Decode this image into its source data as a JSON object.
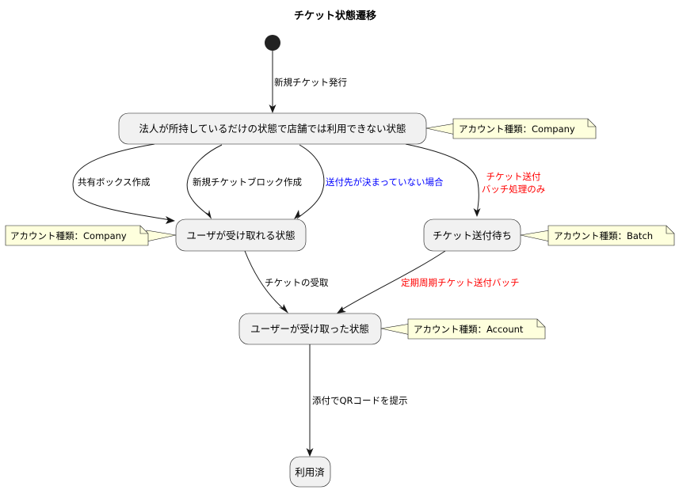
{
  "diagram": {
    "title": "チケット状態遷移",
    "states": {
      "held": "法人が所持しているだけの状態で店舗では利用できない状態",
      "receivable": "ユーザが受け取れる状態",
      "waiting": "チケット送付待ち",
      "received": "ユーザーが受け取った状態",
      "used": "利用済"
    },
    "transitions": {
      "issue": "新規チケット発行",
      "shared_box": "共有ボックス作成",
      "new_block": "新規チケットブロック作成",
      "undecided": "送付先が決まっていない場合",
      "send_line1": "チケット送付",
      "send_line2": "バッチ処理のみ",
      "accept": "チケットの受取",
      "batch": "定期周期チケット送付バッチ",
      "qr": "添付でQRコードを提示"
    },
    "notes": {
      "held": "アカウント種類：Company",
      "receivable": "アカウント種類：Company",
      "waiting": "アカウント種類：Batch",
      "received": "アカウント種類：Account"
    },
    "colors": {
      "state_fill": "#f1f1f1",
      "note_fill": "#feffdd",
      "label_blue": "#0000ff",
      "label_red": "#ff0000"
    }
  }
}
